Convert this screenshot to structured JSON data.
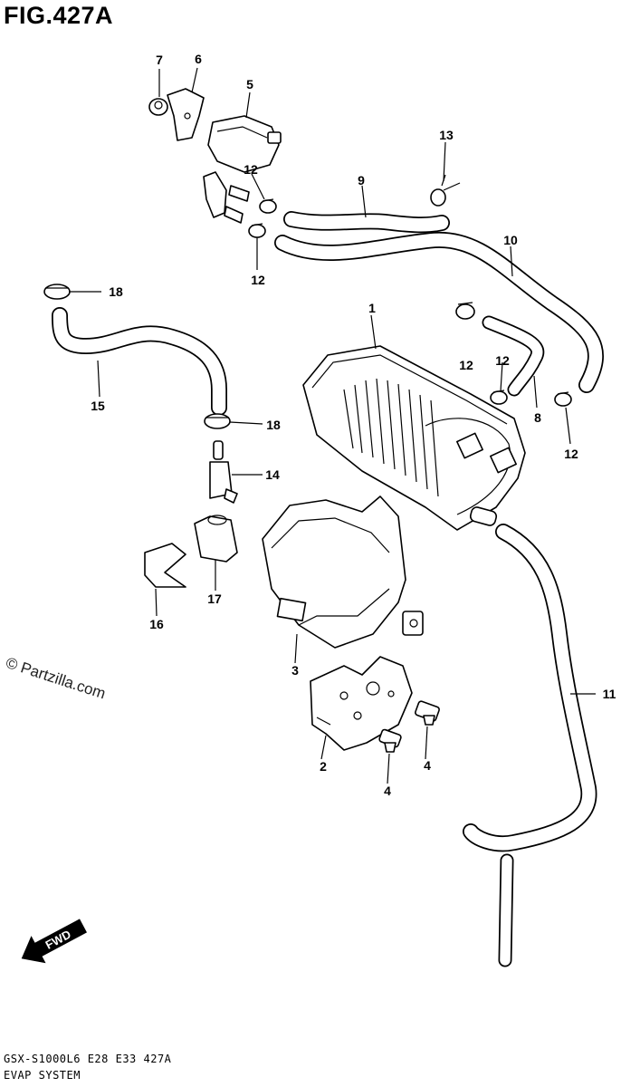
{
  "figure": {
    "title": "FIG.427A",
    "model_code": "GSX-S1000L6  E28  E33  427A",
    "section_name": "EVAP SYSTEM",
    "watermark": "© Partzilla.com",
    "direction_label": "FWD"
  },
  "callouts": [
    {
      "id": "c1",
      "label": "1"
    },
    {
      "id": "c2",
      "label": "2"
    },
    {
      "id": "c3",
      "label": "3"
    },
    {
      "id": "c4a",
      "label": "4"
    },
    {
      "id": "c4b",
      "label": "4"
    },
    {
      "id": "c5",
      "label": "5"
    },
    {
      "id": "c6",
      "label": "6"
    },
    {
      "id": "c7",
      "label": "7"
    },
    {
      "id": "c8",
      "label": "8"
    },
    {
      "id": "c9",
      "label": "9"
    },
    {
      "id": "c10",
      "label": "10"
    },
    {
      "id": "c11",
      "label": "11"
    },
    {
      "id": "c12a",
      "label": "12"
    },
    {
      "id": "c12b",
      "label": "12"
    },
    {
      "id": "c12c",
      "label": "12"
    },
    {
      "id": "c12d",
      "label": "12"
    },
    {
      "id": "c12e",
      "label": "12"
    },
    {
      "id": "c13",
      "label": "13"
    },
    {
      "id": "c14",
      "label": "14"
    },
    {
      "id": "c15",
      "label": "15"
    },
    {
      "id": "c16",
      "label": "16"
    },
    {
      "id": "c17",
      "label": "17"
    },
    {
      "id": "c18a",
      "label": "18"
    },
    {
      "id": "c18b",
      "label": "18"
    }
  ]
}
